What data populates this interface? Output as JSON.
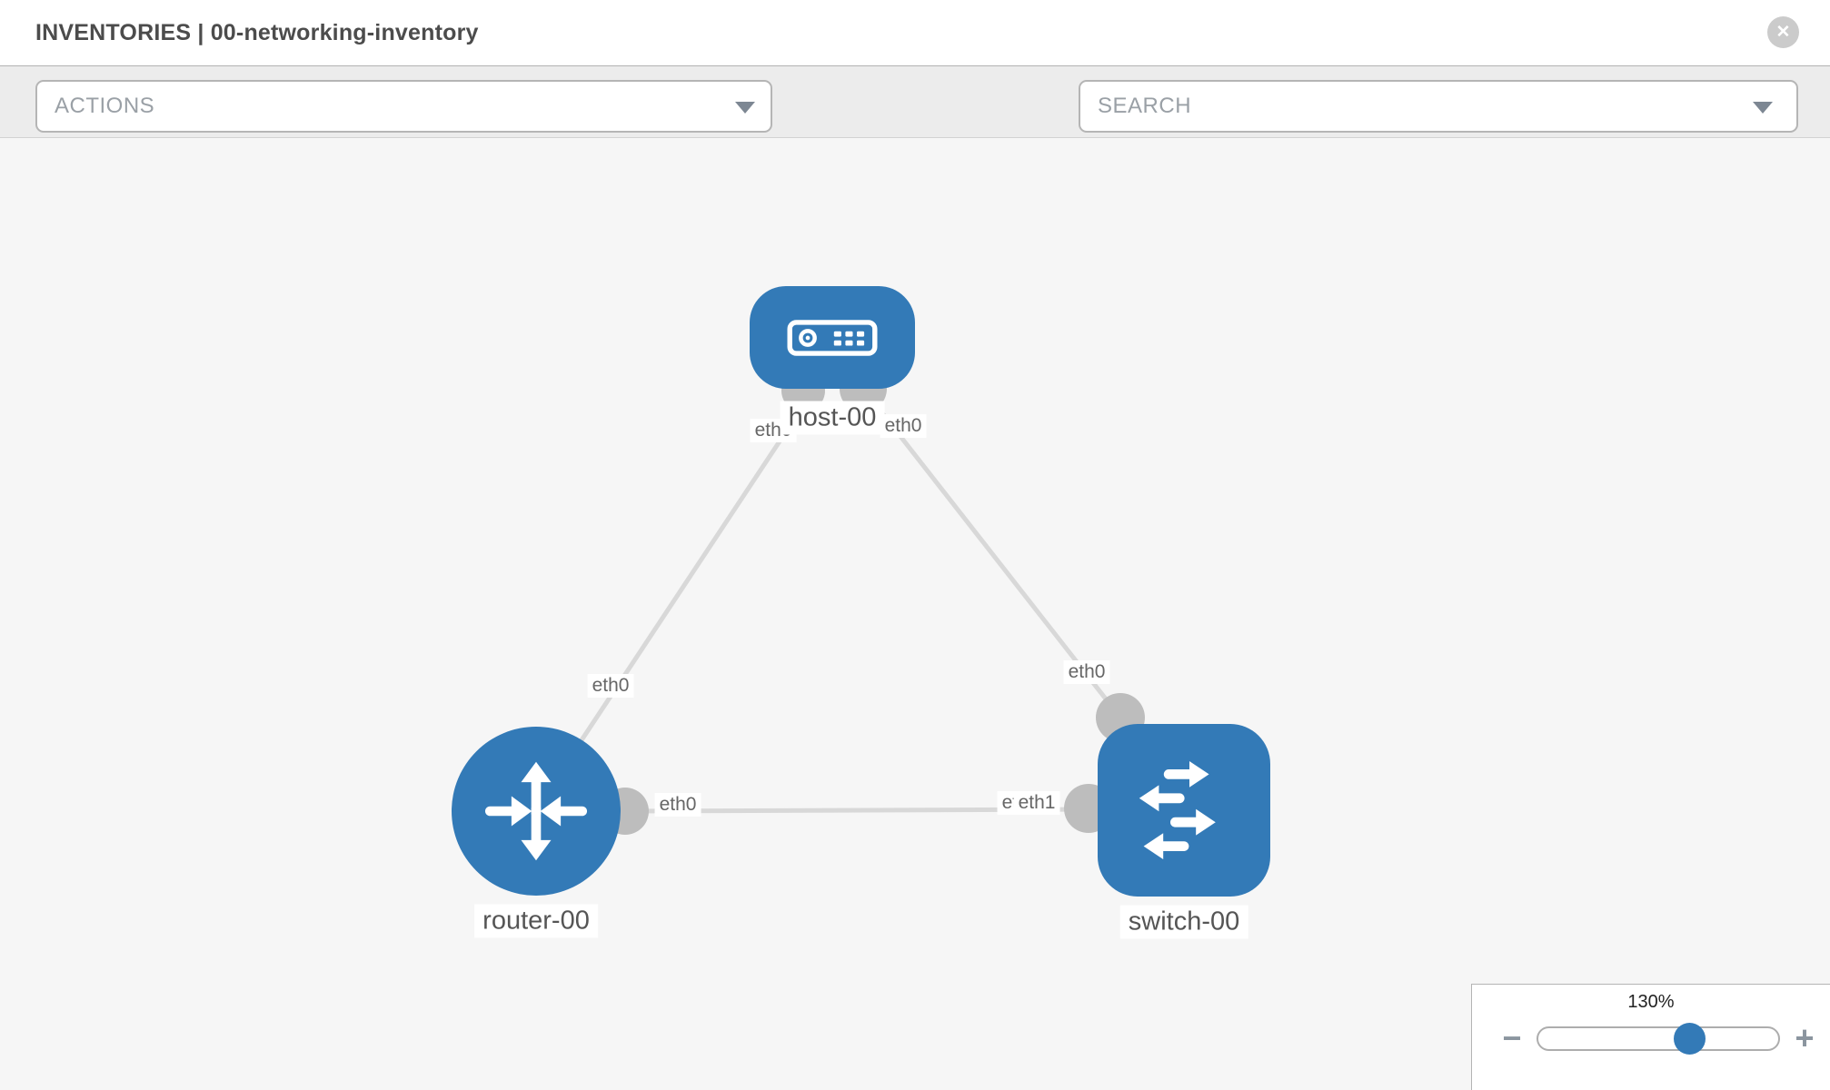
{
  "window": {
    "title": "INVENTORIES | 00-networking-inventory",
    "close_icon": "✕"
  },
  "toolbar": {
    "actions_dropdown": {
      "value": "ACTIONS"
    },
    "search_dropdown": {
      "placeholder": "SEARCH"
    },
    "tools": [
      {
        "icon": "wrench-icon"
      },
      {
        "icon": "key-icon"
      }
    ]
  },
  "topology": {
    "nodes": [
      {
        "name": "host-00",
        "type": "host"
      },
      {
        "name": "router-00",
        "type": "router"
      },
      {
        "name": "switch-00",
        "type": "switch"
      }
    ],
    "links": [
      {
        "from": "host-00",
        "from_interface": "eth0",
        "to": "router-00",
        "to_interface": "eth0"
      },
      {
        "from": "host-00",
        "from_interface": "eth0",
        "to": "switch-00",
        "to_interface": "eth0"
      },
      {
        "from": "router-00",
        "from_interface": "eth0",
        "to": "switch-00",
        "to_interface": "eth1"
      }
    ],
    "hidden_interface_label": "eth0"
  },
  "zoom": {
    "value": "130%",
    "minus": "−",
    "plus": "+"
  },
  "colors": {
    "node_blue": "#337ab7",
    "link_gray": "#d8d8d8",
    "endpoint_gray": "#bdbdbd",
    "canvas_bg": "#f6f6f6",
    "toolbar_bg": "#ececec"
  }
}
